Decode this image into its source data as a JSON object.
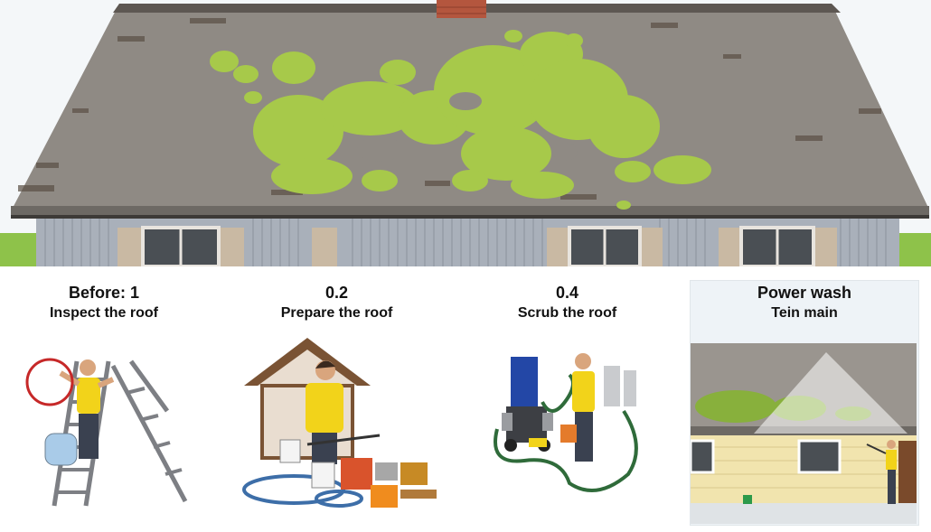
{
  "steps": [
    {
      "title": "Before: 1",
      "subtitle": "Inspect the roof"
    },
    {
      "title": "0.2",
      "subtitle": "Prepare the roof"
    },
    {
      "title": "0.4",
      "subtitle": "Scrub the roof"
    },
    {
      "title": "Power wash",
      "subtitle": "Tein main"
    }
  ],
  "colors": {
    "roof": "#8f8a84",
    "moss": "#a7c94a",
    "siding": "#a7aeb8",
    "vest": "#f2d31a",
    "sky": "#e9f1f6"
  },
  "icons": [
    "ladder-icon",
    "worker-icon",
    "shed-icon",
    "bucket-icon",
    "hose-icon",
    "pressure-washer-icon",
    "spray-icon"
  ]
}
